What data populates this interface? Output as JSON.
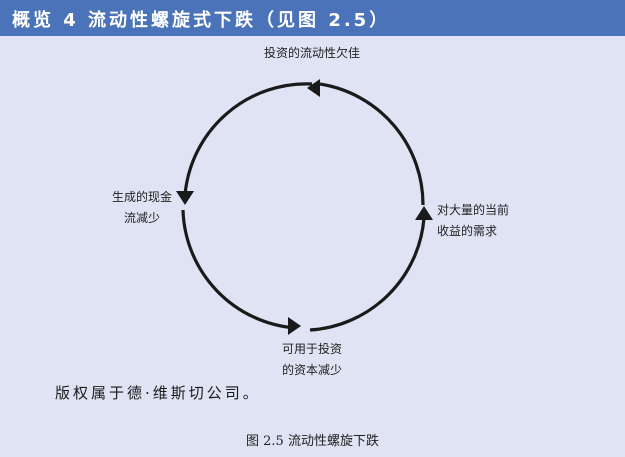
{
  "header": {
    "title": "概览 4 流动性螺旋式下跌（见图 2.5）",
    "background_color": "#4a73b9",
    "text_color": "#ffffff"
  },
  "diagram": {
    "type": "cycle",
    "direction": "counter-clockwise",
    "nodes": {
      "top": {
        "lines": [
          "投资的流动性欠佳"
        ]
      },
      "right": {
        "lines": [
          "对大量的当前",
          "收益的需求"
        ]
      },
      "bottom": {
        "lines": [
          "可用于投资",
          "的资本减少"
        ]
      },
      "left": {
        "lines": [
          "生成的现金",
          "流减少"
        ]
      }
    },
    "arrow_color": "#1a1a1a"
  },
  "copyright": "版权属于德·维斯切公司。",
  "caption": "图 2.5  流动性螺旋下跌",
  "background_color": "#dfe3f4"
}
